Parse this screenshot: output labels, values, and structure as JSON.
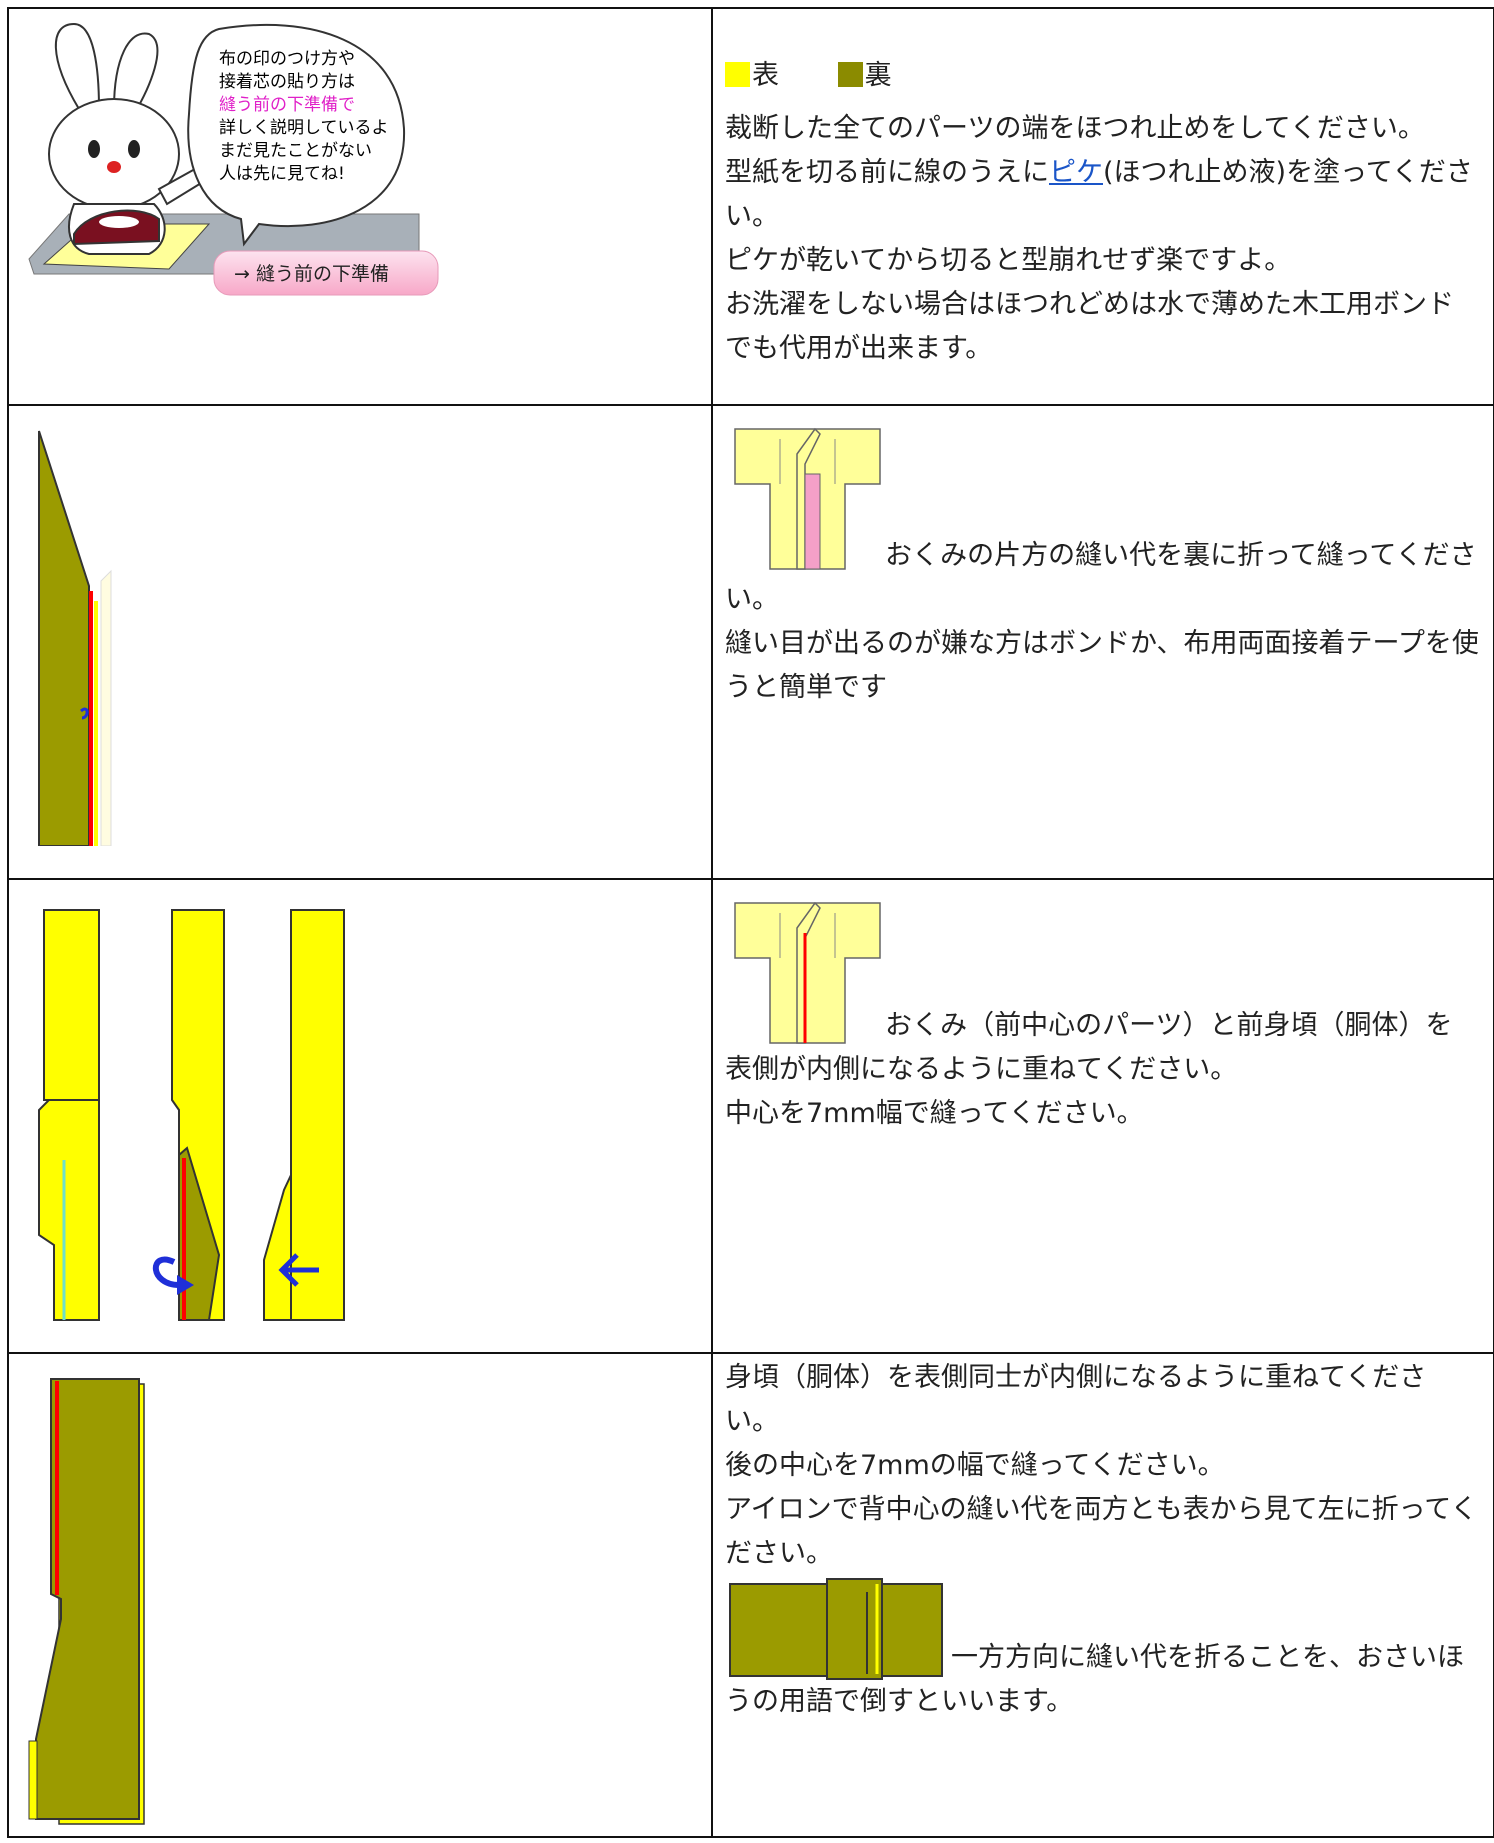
{
  "intro": {
    "speech_lines": [
      "布の印のつけ方や",
      "接着芯の貼り方は",
      "縫う前の下準備で",
      "詳しく説明しているよ",
      "まだ見たことがない",
      "人は先に見てね!"
    ],
    "speech_highlight": "縫う前の下準備",
    "button_label": "→ 縫う前の下準備"
  },
  "legend": {
    "front_label": "表",
    "back_label": "裏",
    "front_color": "#ffff00",
    "back_color": "#8b8b00"
  },
  "step1": {
    "line1": "裁断した全てのパーツの端をほつれ止めをしてください。",
    "line2_pre": "型紙を切る前に線のうえに",
    "line2_link": "ピケ",
    "line2_post": "(ほつれ止め液)を塗ってください。",
    "line3": "ピケが乾いてから切ると型崩れせず楽ですよ。",
    "line4": "お洗濯をしない場合はほつれどめは水で薄めた木工用ボンドでも代用が出来ます。"
  },
  "step2": {
    "line1": "おくみの片方の縫い代を裏に折って縫ってください。",
    "line2": "縫い目が出るのが嫌な方はボンドか、布用両面接着テープを使うと簡単です"
  },
  "step3": {
    "line1": "おくみ（前中心のパーツ）と前身頃（胴体）を表側が内側になるように重ねてください。",
    "line2": "中心を7mm幅で縫ってください。"
  },
  "step4": {
    "line1": "身頃（胴体）を表側同士が内側になるように重ねてください。",
    "line2": "後の中心を7mmの幅で縫ってください。",
    "line3": "アイロンで背中心の縫い代を両方とも表から見て左に折ってください。",
    "line4": "一方方向に縫い代を折ることを、おさいほうの用語で倒すといいます。"
  },
  "colors": {
    "fabric_front": "#ffff00",
    "fabric_back": "#9b9b00",
    "stitch": "#ff0000",
    "arrow": "#1f2fd8",
    "kimono": "#ffff99",
    "okumi_pink": "#f4a0c8",
    "guide_line": "#6fe0c8"
  }
}
